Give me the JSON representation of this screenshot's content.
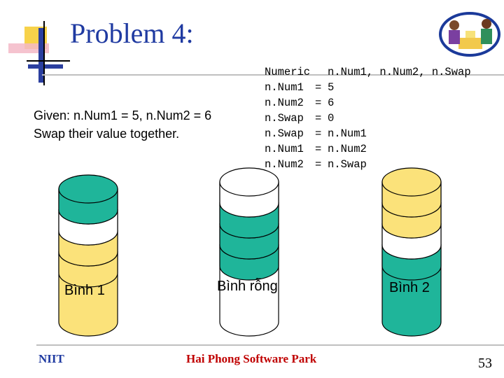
{
  "slide": {
    "title": "Problem 4:",
    "given_line1": "Given: n.Num1 = 5, n.Num2 = 6",
    "given_line2": "Swap their value together.",
    "code": [
      {
        "lhs": "Numeric",
        "eq": "",
        "rhs": "n.Num1, n.Num2, n.Swap"
      },
      {
        "lhs": "n.Num1",
        "eq": "=",
        "rhs": "5"
      },
      {
        "lhs": "n.Num2",
        "eq": "=",
        "rhs": "6"
      },
      {
        "lhs": "n.Swap",
        "eq": "=",
        "rhs": "0"
      },
      {
        "lhs": "n.Swap",
        "eq": "=",
        "rhs": "n.Num1"
      },
      {
        "lhs": "n.Num1",
        "eq": "=",
        "rhs": "n.Num2"
      },
      {
        "lhs": "n.Num2",
        "eq": "=",
        "rhs": "n.Swap"
      }
    ],
    "jars": [
      {
        "label": "Bình 1",
        "body": "#fbe27a",
        "layers": [
          "#1fb59a",
          "#ffffff",
          "#fbe27a",
          "#fbe27a"
        ]
      },
      {
        "label": "Bình rỗng",
        "body": "#ffffff",
        "layers": [
          "#ffffff",
          "#1fb59a",
          "#1fb59a",
          "#1fb59a"
        ]
      },
      {
        "label": "Bình 2",
        "body": "#1fb59a",
        "layers": [
          "#fbe27a",
          "#fbe27a",
          "#ffffff",
          "#1fb59a"
        ]
      }
    ],
    "footer": {
      "left": "NIIT",
      "center": "Hai Phong Software Park",
      "page": "53"
    },
    "colors": {
      "title": "#1f3aa1",
      "teal": "#1fb59a",
      "yellow": "#fbe27a",
      "footer_center": "#c00000"
    }
  }
}
